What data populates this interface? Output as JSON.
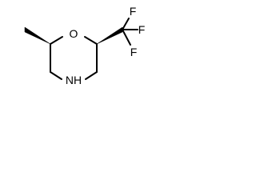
{
  "molecule": {
    "atoms": {
      "oxygen": "O",
      "nitrogen": "NH",
      "fluorine_1": "F",
      "fluorine_2": "F",
      "fluorine_3": "F"
    },
    "colors": {
      "bond": "#000000",
      "label": "#000000",
      "background": "#ffffff"
    }
  }
}
